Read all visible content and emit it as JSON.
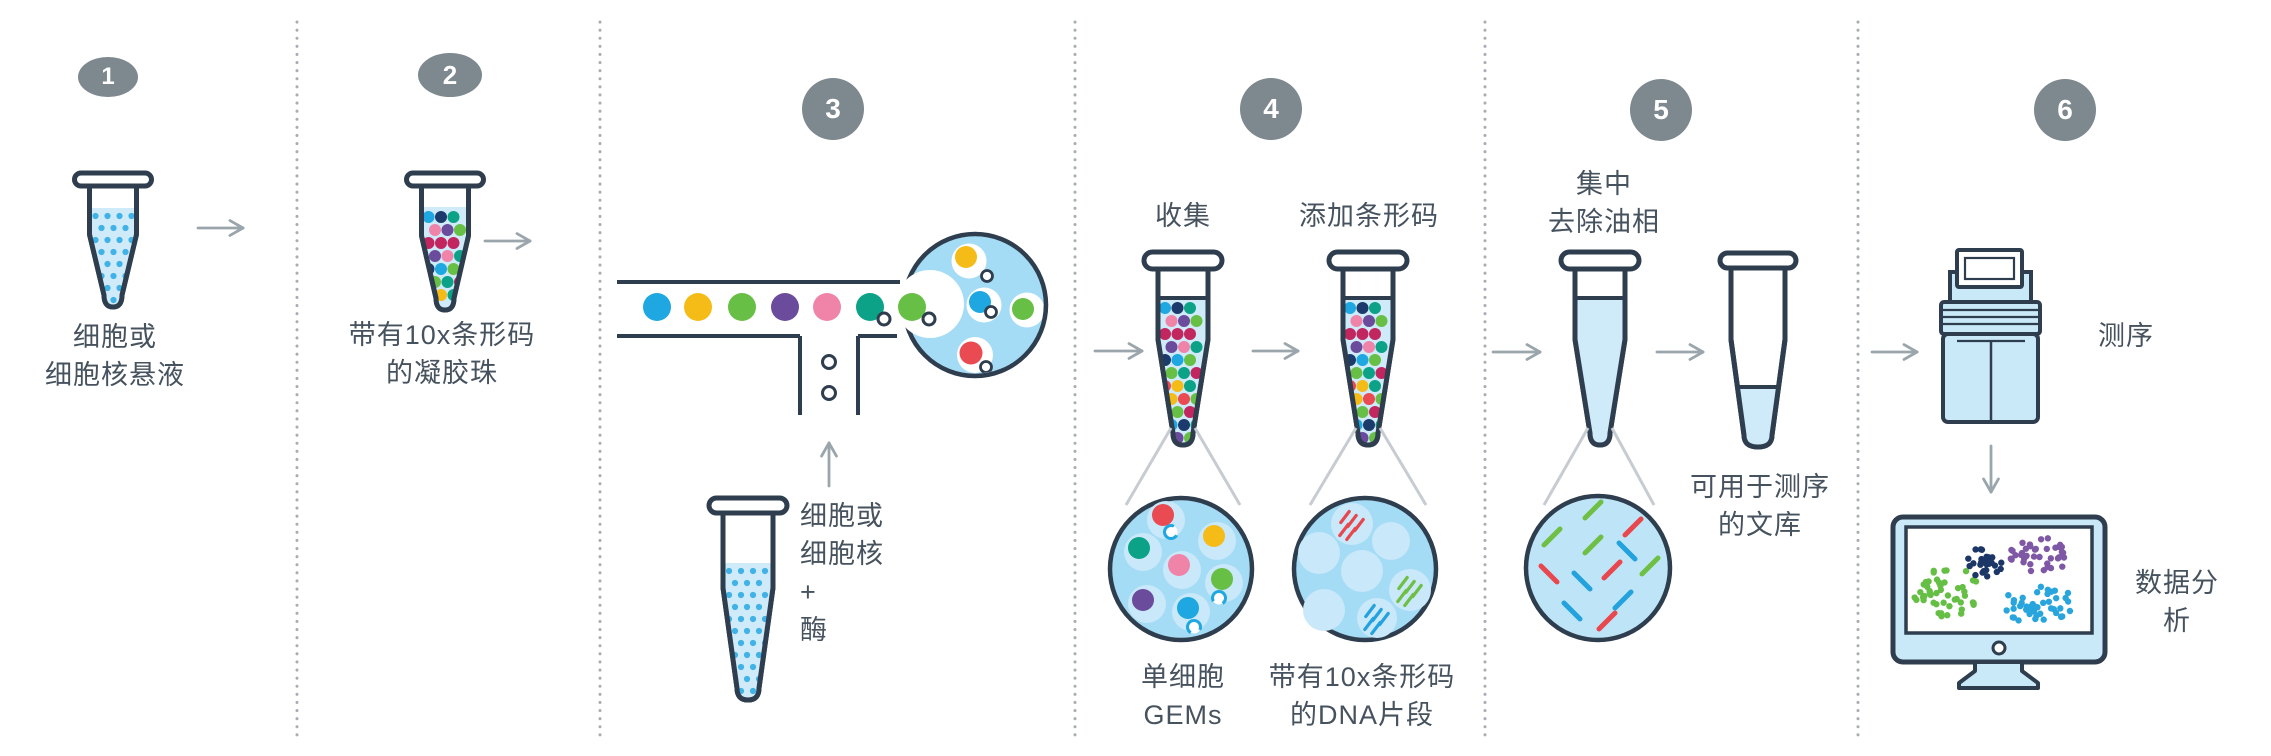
{
  "palette": {
    "outline": "#2e3e4e",
    "text": "#46525e",
    "arrow": "#9aa5ac",
    "divider": "#a7aeb4",
    "badge_bg": "#7d888f",
    "badge_text": "#ffffff",
    "tube_liquid": "#cfeaf9",
    "liquid_dot": "#41b2e5",
    "emulsion_fill": "#a5dcf5",
    "droplet_fill": "#c9e8f9",
    "library_fill": "#bee5f7",
    "device_fill": "#c9e9f8",
    "connector": "#c6ccd1",
    "white": "#ffffff",
    "bead_colors": [
      "#1ea7e0",
      "#f5bb17",
      "#68bf45",
      "#6a4b9c",
      "#f084a8",
      "#0ba287",
      "#ea4a51",
      "#1c3a6b",
      "#c2265f"
    ],
    "channel_bead_sequence": [
      "#1ea7e0",
      "#f5bb17",
      "#68bf45",
      "#6a4b9c",
      "#f084a8",
      "#0ba287",
      "#68bf45"
    ],
    "gem_bead_colors": [
      "#ea4a51",
      "#0ba287",
      "#f5bb17",
      "#f084a8",
      "#68bf45",
      "#6a4b9c",
      "#1ea7e0"
    ],
    "droplet_bead_colors": {
      "top": "#f5bb17",
      "middle": "#1ea7e0",
      "right": "#68bf45",
      "bottom": "#ea4a51"
    },
    "dna_colors": {
      "red": "#e8474e",
      "green": "#6fbf44",
      "blue": "#23a2de"
    },
    "scatter_colors": {
      "green": "#66bf45",
      "navy": "#1c3668",
      "purple": "#7e57a5",
      "blue": "#29a5dd"
    }
  },
  "steps": [
    {
      "number": "1",
      "label": "细胞或\n细胞核悬液"
    },
    {
      "number": "2",
      "label": "带有10x条形码\n的凝胶珠"
    },
    {
      "number": "3",
      "input_label": "细胞或\n细胞核\n+\n酶"
    },
    {
      "number": "4",
      "collect_label": "收集",
      "barcode_label": "添加条形码",
      "gem_label": "单细胞\nGEMs",
      "dna_label": "带有10x条形码\n的DNA片段"
    },
    {
      "number": "5",
      "pool_label": "集中\n去除油相",
      "library_label": "可用于测序\n的文库"
    },
    {
      "number": "6",
      "sequencing_label": "测序",
      "analysis_label": "数据分析"
    }
  ]
}
